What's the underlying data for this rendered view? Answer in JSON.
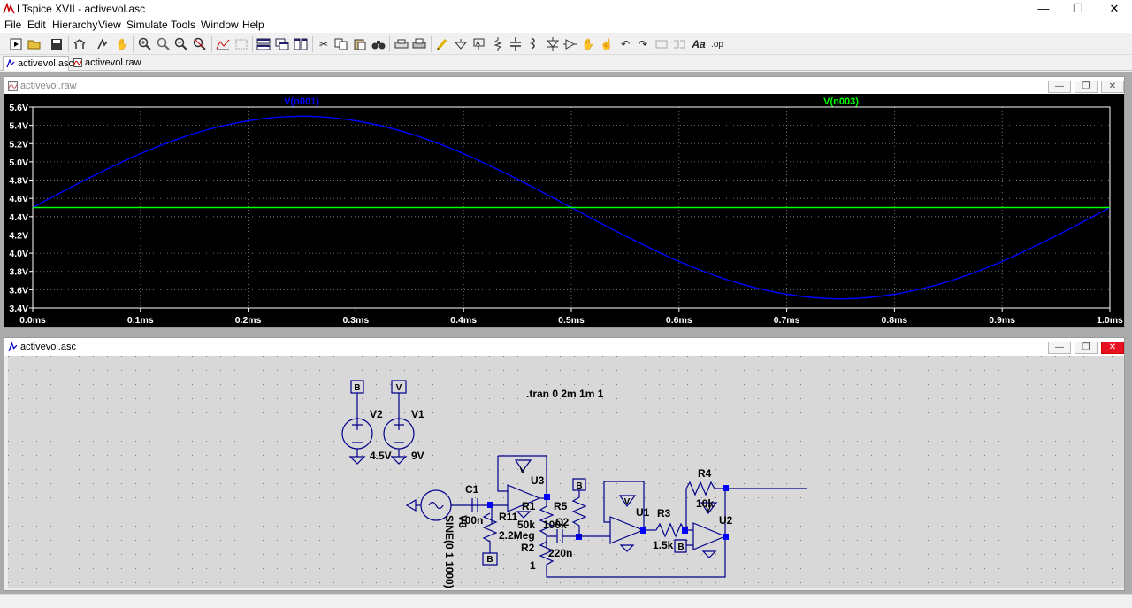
{
  "window": {
    "title": "LTspice XVII - activevol.asc",
    "minimize": "—",
    "restore": "❐",
    "close": "✕"
  },
  "menu": [
    "File",
    "Edit",
    "Hierarchy",
    "View",
    "Simulate",
    "Tools",
    "Window",
    "Help"
  ],
  "toolbar_icons": [
    "run-icon",
    "open-icon",
    "save-icon",
    "control-panel-icon",
    "halt-icon",
    "pan-icon",
    "zoom-in-icon",
    "zoom-area-icon",
    "zoom-out-icon",
    "zoom-fit-icon",
    "autorange-icon",
    "grid-icon",
    "tile-horizontal-icon",
    "cascade-icon",
    "tile-vertical-icon",
    "cut-icon",
    "copy-icon",
    "paste-icon",
    "find-icon",
    "print-preview-icon",
    "print-icon",
    "draw-wire-icon",
    "ground-icon",
    "label-net-icon",
    "resistor-icon",
    "capacitor-icon",
    "inductor-icon",
    "diode-icon",
    "component-icon",
    "move-icon",
    "drag-icon",
    "undo-icon",
    "redo-icon",
    "rotate-icon",
    "mirror-icon",
    "text-icon",
    "spice-directive-icon"
  ],
  "tabs": [
    {
      "label": "activevol.asc",
      "active": true
    },
    {
      "label": "activevol.raw",
      "active": false
    }
  ],
  "waveform_window": {
    "title": "activevol.raw",
    "traces": [
      {
        "name": "V(n001)",
        "color": "#0000ff"
      },
      {
        "name": "V(n003)",
        "color": "#00ff00"
      }
    ]
  },
  "chart_data": {
    "type": "line",
    "title": "",
    "xlabel": "",
    "ylabel": "",
    "xlim": [
      0.0,
      1.0
    ],
    "ylim": [
      3.4,
      5.6
    ],
    "x_ticks": [
      "0.0ms",
      "0.1ms",
      "0.2ms",
      "0.3ms",
      "0.4ms",
      "0.5ms",
      "0.6ms",
      "0.7ms",
      "0.8ms",
      "0.9ms",
      "1.0ms"
    ],
    "y_ticks": [
      "5.6V",
      "5.4V",
      "5.2V",
      "5.0V",
      "4.8V",
      "4.6V",
      "4.4V",
      "4.2V",
      "4.0V",
      "3.8V",
      "3.6V",
      "3.4V"
    ],
    "grid": true,
    "background": "#000000",
    "series": [
      {
        "name": "V(n001)",
        "color": "#0000ff",
        "x": [
          0.0,
          0.05,
          0.1,
          0.15,
          0.2,
          0.25,
          0.3,
          0.35,
          0.4,
          0.45,
          0.5,
          0.55,
          0.6,
          0.65,
          0.7,
          0.75,
          0.8,
          0.85,
          0.9,
          0.95,
          1.0
        ],
        "values": [
          4.5,
          4.81,
          5.09,
          5.31,
          5.45,
          5.5,
          5.45,
          5.31,
          5.09,
          4.81,
          4.5,
          4.19,
          3.91,
          3.69,
          3.55,
          3.5,
          3.55,
          3.69,
          3.91,
          4.19,
          4.5
        ]
      },
      {
        "name": "V(n003)",
        "color": "#00ff00",
        "x": [
          0.0,
          1.0
        ],
        "values": [
          4.5,
          4.5
        ]
      }
    ]
  },
  "schematic_window": {
    "title": "activevol.asc",
    "directive": ".tran 0 2m 1m 1",
    "labels": {
      "v2": "V2",
      "v1": "V1",
      "v2_value": "4.5V",
      "v1_value": "9V",
      "flag_b": "B",
      "flag_v": "V",
      "c1": "C1",
      "c1_value": "100n",
      "r11": "R11",
      "r11_value": "2.2Meg",
      "r1": "R1",
      "r1_value": "50k",
      "r5": "R5",
      "r5_value": "100k",
      "c2": "C2",
      "c2_value": "220n",
      "r2": "R2",
      "r2_value": "1",
      "u3": "U3",
      "u1": "U1",
      "u2": "U2",
      "r3": "R3",
      "r3_value": "1.5k",
      "r4": "R4",
      "r4_value": "10k",
      "v3": "V3",
      "v3_value": "SINE(0 1 1000)"
    }
  }
}
